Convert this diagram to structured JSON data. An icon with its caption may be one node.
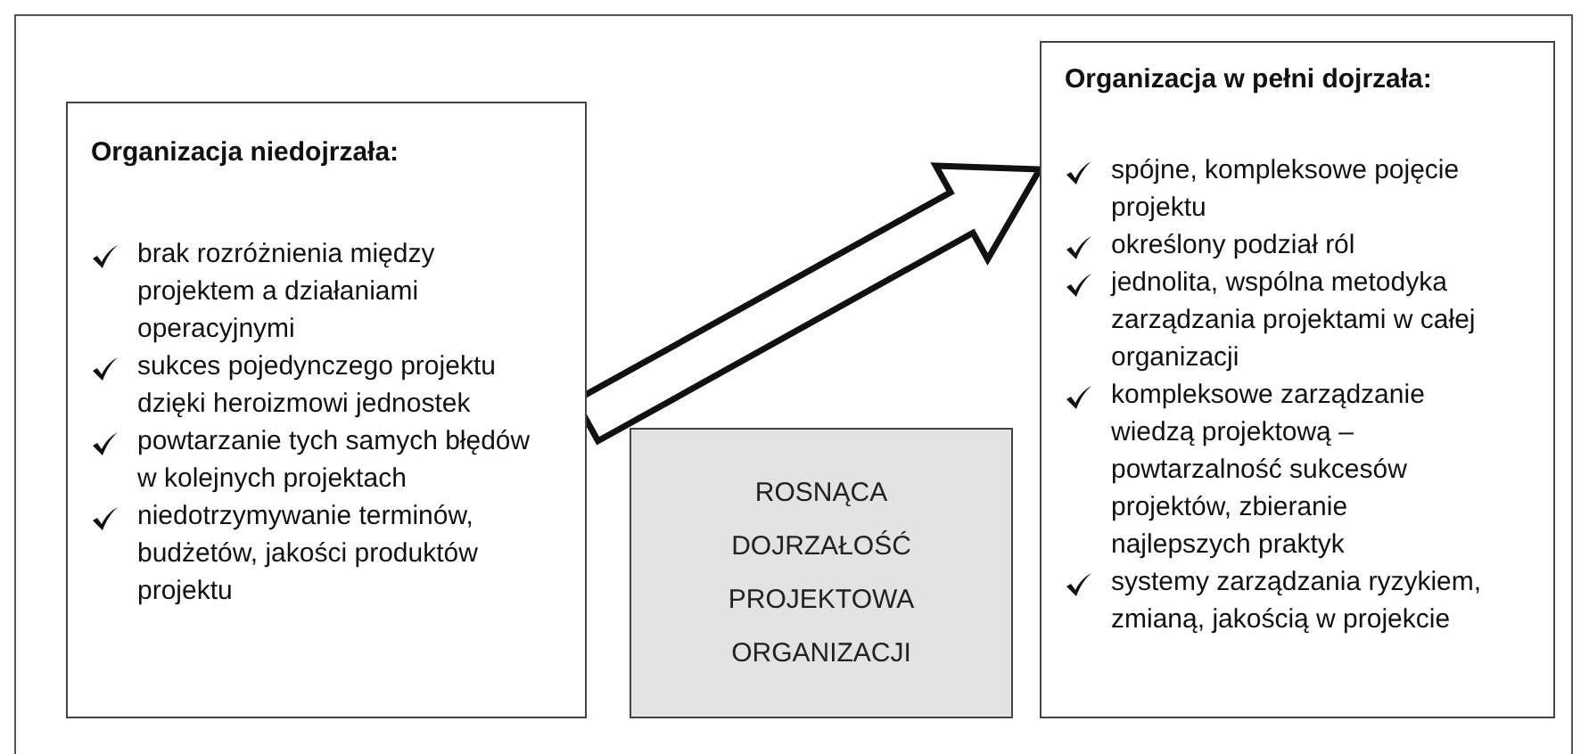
{
  "diagram": {
    "nodes": [
      {
        "text": [
          "Organizacja niedojrzała:",
          "brak rozróżnienia między projektem a działaniami operacyjnymi",
          "sukces pojedynczego projektu dzięki heroizmowi jednostek",
          "powtarzanie tych samych błędów w kolejnych projektach",
          "niedotrzymywanie terminów, budżetów, jakości produktów projektu"
        ]
      },
      {
        "text": [
          "Organizacja w pełni dojrzała:",
          "spójne, kompleksowe pojęcie projektu",
          "określony podział ról",
          "jednolita, wspólna metodyka zarządzania projektami w całej organizacji",
          "kompleksowe zarządzanie wiedzą projektową – powtarzalność sukcesów projektów, zbieranie najlepszych praktyk",
          "systemy zarządzania ryzykiem, zmianą, jakością w projekcie"
        ]
      },
      {
        "text": [
          "ROSNĄCA DOJRZAŁOŚĆ PROJEKTOWA ORGANIZACJI"
        ]
      }
    ],
    "edges": [
      {
        "from": 0,
        "to": 1,
        "arrow": "to",
        "style": "thick"
      }
    ]
  }
}
